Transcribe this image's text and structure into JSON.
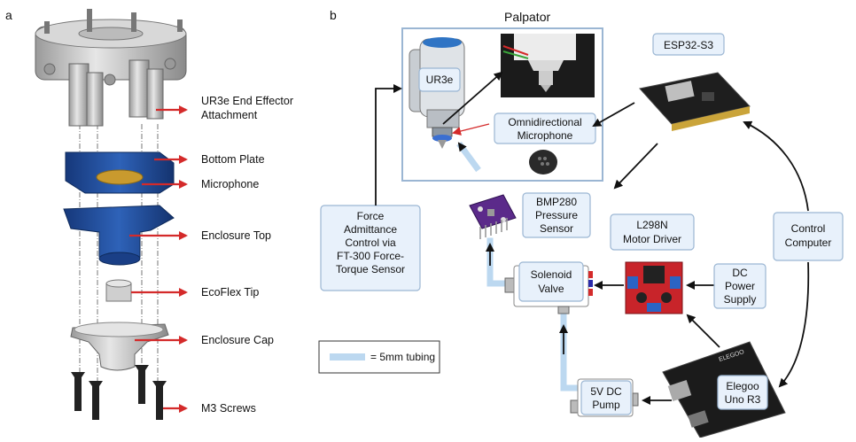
{
  "panels": {
    "a": "a",
    "b": "b"
  },
  "exploded_view": {
    "labels": [
      "UR3e End Effector",
      "Attachment",
      "Bottom Plate",
      "Microphone",
      "Enclosure Top",
      "EcoFlex Tip",
      "Enclosure Cap",
      "M3 Screws"
    ]
  },
  "setup": {
    "palpator_title": "Palpator",
    "ur3e": "UR3e",
    "microphone": [
      "Omnidirectional",
      "Microphone"
    ],
    "esp32": "ESP32-S3",
    "bmp280": [
      "BMP280",
      "Pressure",
      "Sensor"
    ],
    "force_control": [
      "Force",
      "Admittance",
      "Control via",
      "FT-300 Force-",
      "Torque Sensor"
    ],
    "l298n": [
      "L298N",
      "Motor Driver"
    ],
    "control_computer": [
      "Control",
      "Computer"
    ],
    "solenoid": [
      "Solenoid",
      "Valve"
    ],
    "dc_power": [
      "DC",
      "Power",
      "Supply"
    ],
    "tubing_legend": "= 5mm tubing",
    "pump": [
      "5V DC",
      "Pump"
    ],
    "elegoo": [
      "Elegoo",
      "Uno R3"
    ],
    "board_text": "ELEGOO"
  },
  "colors": {
    "box_fill": "#e8f1fb",
    "box_stroke": "#9bb6d3",
    "arrow_red": "#d42a2a",
    "tubing": "#bcd8f0",
    "blue_part": "#1f4e9c"
  }
}
